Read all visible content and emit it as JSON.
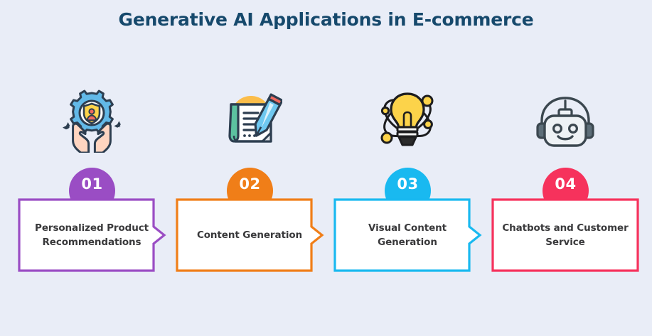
{
  "page": {
    "title": "Generative AI Applications in E-commerce",
    "background_color": "#e9edf7",
    "title_color": "#16496c",
    "label_color": "#39393b"
  },
  "steps": [
    {
      "number": "01",
      "label": "Personalized Product Recommendations",
      "color": "#9a4dc4",
      "icon": "gear-shield-user-in-hands-icon",
      "has_arrow": true
    },
    {
      "number": "02",
      "label": "Content Generation",
      "color": "#f07e18",
      "icon": "document-pencil-icon",
      "has_arrow": true
    },
    {
      "number": "03",
      "label": "Visual Content Generation",
      "color": "#19b9f0",
      "icon": "lightbulb-network-icon",
      "has_arrow": true
    },
    {
      "number": "04",
      "label": "Chatbots and Customer Service",
      "color": "#f6325c",
      "icon": "robot-headset-icon",
      "has_arrow": false
    }
  ]
}
